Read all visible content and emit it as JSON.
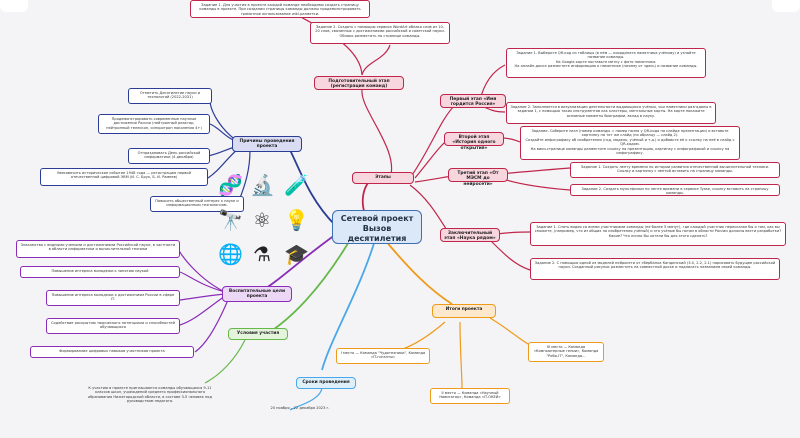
{
  "center": "Сетевой проект Вызов десятилетия",
  "branches": {
    "stages": "Этапы",
    "reasons": "Причины проведения проекта",
    "goals": "Воспитательные цели проекта",
    "conditions": "Условия участия",
    "dates": "Сроки проведения",
    "results": "Итоги проекта"
  },
  "stages": {
    "prep": {
      "title": "Подготовительный этап (регистрация команд)",
      "task1": "Задание 1. Для участия в проекте каждой команде необходимо создать страницу команды в проекте. При создании страницы команды должны продемонстрировать грамотное использование wiki-разметки.",
      "task2": "Задание 2. Создать с помощью сервиса WordArt облако слов из 10-20 слов, связанных с достижениями российской и советской науки. Облако разместить на странице команды."
    },
    "first": {
      "title": "Первый этап «Имя гордится Россия»",
      "task1": "Задание 1. Выберите QR-код из таблицы (в нём — координата памятника учёному) и узнайте название команды.\nНа Google-карте поставьте метку с фото памятника.\nНа онлайн-доске разместите информацию о памятнике (почему от здесь) и название команды.",
      "task2": "Задание 2. Заполняется в визуализации деятельности выдающихся учёных, чьи памятники разгаданы в задании 1, с помощью таких инструментов как кластеры, ментальные карты. На карте покажите основные моменты биографии, вклад в науку."
    },
    "second": {
      "title": "Второй этап «История одного открытия»",
      "task": "Задание. Соберите пазл (номер команды = номер пазла у QR-кода на слайде презентации) и вставьте картинку на тот же слайд (по образцу — слайд 2).\nСоздайте инфографику об изобретении (год, модель, учёный и т.д.) и добавьте её к ссылку на неё в слайд с QR-кодом.\nНа вики-странице команды разместите ссылку на презентацию, картинку с инфографикой и ссылку на инфографику."
    },
    "third": {
      "title": "Третий этап «От МЭСМ до нейросети»",
      "task1": "Задание 1. Создать ленту времени по истории развития отечественной вычислительной техники. Ссылку и картинку с лентой вставить на страницу команды.",
      "task2": "Задание 2. Создать мультфильм по ленте времени в сервисе Tyase, ссылку вставить на страницу команды."
    },
    "final": {
      "title": "Заключительный этап «Наука рядом»",
      "task1": "Задание 1. Снять видео со всеми участниками команды (не более 5 минут), где каждый участник пересказал бы о том, как вы сможете, (например, что из общих на изобретения учёный) и это учёные бы потом в области России должны вести разработки? Какие? Что лично Вы хотели бы для этого сделать?",
      "task2": "Задание 2. С помощью одной из моделей нейросети от сбербанка Кандинский (3.0, 2.2, 2.1) нарисовать будущее российской науки. Созданный рисунок разместить на совместной доске и подписать названием своей команды."
    }
  },
  "reasons": [
    "Отметить Десятилетие науки и технологий (2022-2031)",
    "Продемонстрировать современные научные достижения России (нейтронный реактор, нейтронный телескоп, синхротрон поколения 4+)",
    "Отпраздновать День российской информатики (4 декабря)",
    "Увековечить историческое событие 1948 года — регистрацию первой отечественной цифровой ЭВМ (И. С. Брук, Б. И. Рамеев)",
    "Повысить общественный интерес к науке и информационным технологиям."
  ],
  "goals": [
    "Знакомство с видными учеными и достижениями Российской науки, в частности в области информатики и вычислительной техники",
    "Повышение интереса молодежи к занятию наукой",
    "Повышение интереса молодежи к достижениям России в сфере IT.",
    "Содействие раскрытию творческого потенциала и способностей обучающихся",
    "Формирование цифровых навыков участников проекта"
  ],
  "conditions": "К участию в проекте приглашаются команды обучающихся 9-11 классов школ, учреждений среднего профессионального образования Нижегородской области, в составе 3-5 человек под руководством педагога.",
  "dates": "20 ноября – 22 декабря 2023 г.",
  "results": [
    "I место — Команда \"Чудотехники\", Команда «IT-гиганты»",
    "II место — Команда «Научный Навигатор», Команда «IT-ОКЕЙ»",
    "III место — Команда «Компьютерные гении», Команда \"Робо-IT\", Команда..."
  ],
  "icons": [
    "dna-icon",
    "microscope-icon",
    "test-tubes-icon",
    "telescope-icon",
    "atom-icon",
    "lightbulb-icon",
    "globe-icon",
    "beaker-icon",
    "graduation-cap-icon"
  ],
  "colors": {
    "stages": "#c0264b",
    "reasons": "#2c3d96",
    "goals": "#8a2cb8",
    "conditions": "#66b84a",
    "dates": "#4aa8e8",
    "results": "#f09a1a"
  }
}
